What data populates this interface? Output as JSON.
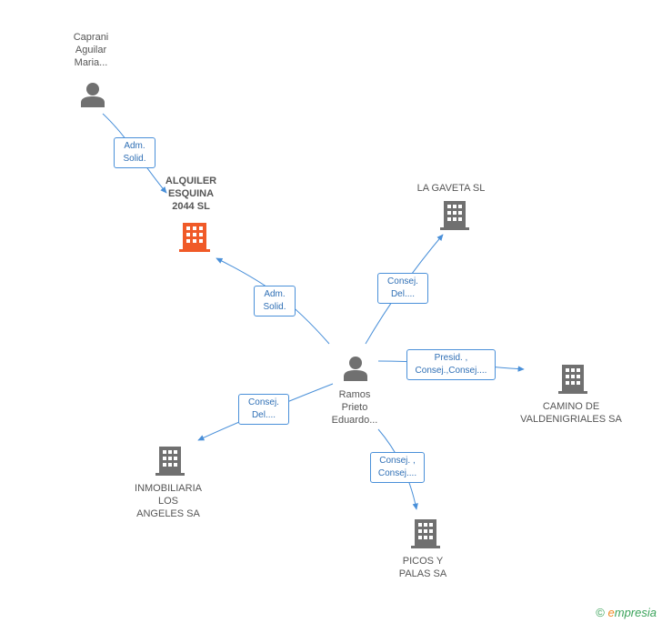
{
  "nodes": {
    "caprani": {
      "lines": [
        "Caprani",
        "Aguilar",
        "Maria..."
      ],
      "type": "person"
    },
    "alquiler": {
      "lines": [
        "ALQUILER",
        "ESQUINA",
        "2044 SL"
      ],
      "type": "company-main"
    },
    "la_gaveta": {
      "lines": [
        "LA GAVETA SL"
      ],
      "type": "company"
    },
    "ramos": {
      "lines": [
        "Ramos",
        "Prieto",
        "Eduardo..."
      ],
      "type": "person"
    },
    "camino": {
      "lines": [
        "CAMINO DE",
        "VALDENIGRIALES SA"
      ],
      "type": "company"
    },
    "inmobiliaria": {
      "lines": [
        "INMOBILIARIA",
        "LOS",
        "ANGELES SA"
      ],
      "type": "company"
    },
    "picos": {
      "lines": [
        "PICOS Y",
        "PALAS SA"
      ],
      "type": "company"
    }
  },
  "relations": {
    "caprani_alquiler": [
      "Adm.",
      "Solid."
    ],
    "ramos_alquiler": [
      "Adm.",
      "Solid."
    ],
    "ramos_gaveta": [
      "Consej.",
      "Del...."
    ],
    "ramos_camino": [
      "Presid. ,",
      "Consej.,Consej...."
    ],
    "ramos_inmobiliaria": [
      "Consej.",
      "Del...."
    ],
    "ramos_picos": [
      "Consej. ,",
      "Consej...."
    ]
  },
  "footer": {
    "copyright": "©",
    "brand_e": "e",
    "brand_rest": "mpresia"
  },
  "colors": {
    "edge": "#4a90d9",
    "person_icon": "#707070",
    "company_icon": "#707070",
    "main_company_icon": "#f05a28"
  }
}
